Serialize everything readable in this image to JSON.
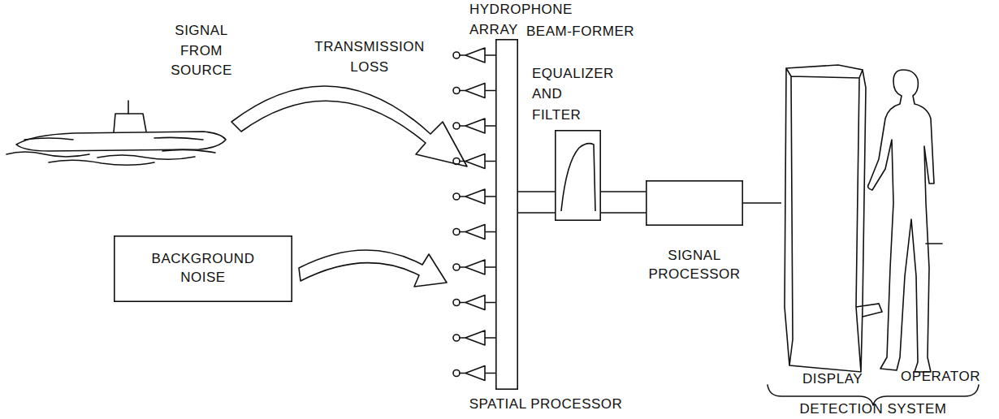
{
  "diagram": {
    "nodes": [
      {
        "text": [
          "BACKGROUND NOISE"
        ]
      },
      {
        "text": [
          "BEAM-FORMER"
        ]
      },
      {
        "text": [
          "EQUALIZER AND FILTER"
        ]
      },
      {
        "text": [
          "SIGNAL PROCESSOR"
        ]
      },
      {
        "text": [
          "DISPLAY"
        ]
      }
    ],
    "edges": [
      {
        "from": 1,
        "to": 2,
        "arrow": "none"
      },
      {
        "from": 1,
        "to": 2,
        "arrow": "none"
      },
      {
        "from": 2,
        "to": 3,
        "arrow": "none"
      },
      {
        "from": 2,
        "to": 3,
        "arrow": "none"
      },
      {
        "from": 3,
        "to": 4,
        "arrow": "none"
      }
    ],
    "labels": [
      "HYDROPHONE ARRAY",
      "SIGNAL FROM SOURCE",
      "TRANSMISSION LOSS",
      "SPATIAL PROCESSOR",
      "OPERATOR",
      "DETECTION SYSTEM"
    ]
  }
}
